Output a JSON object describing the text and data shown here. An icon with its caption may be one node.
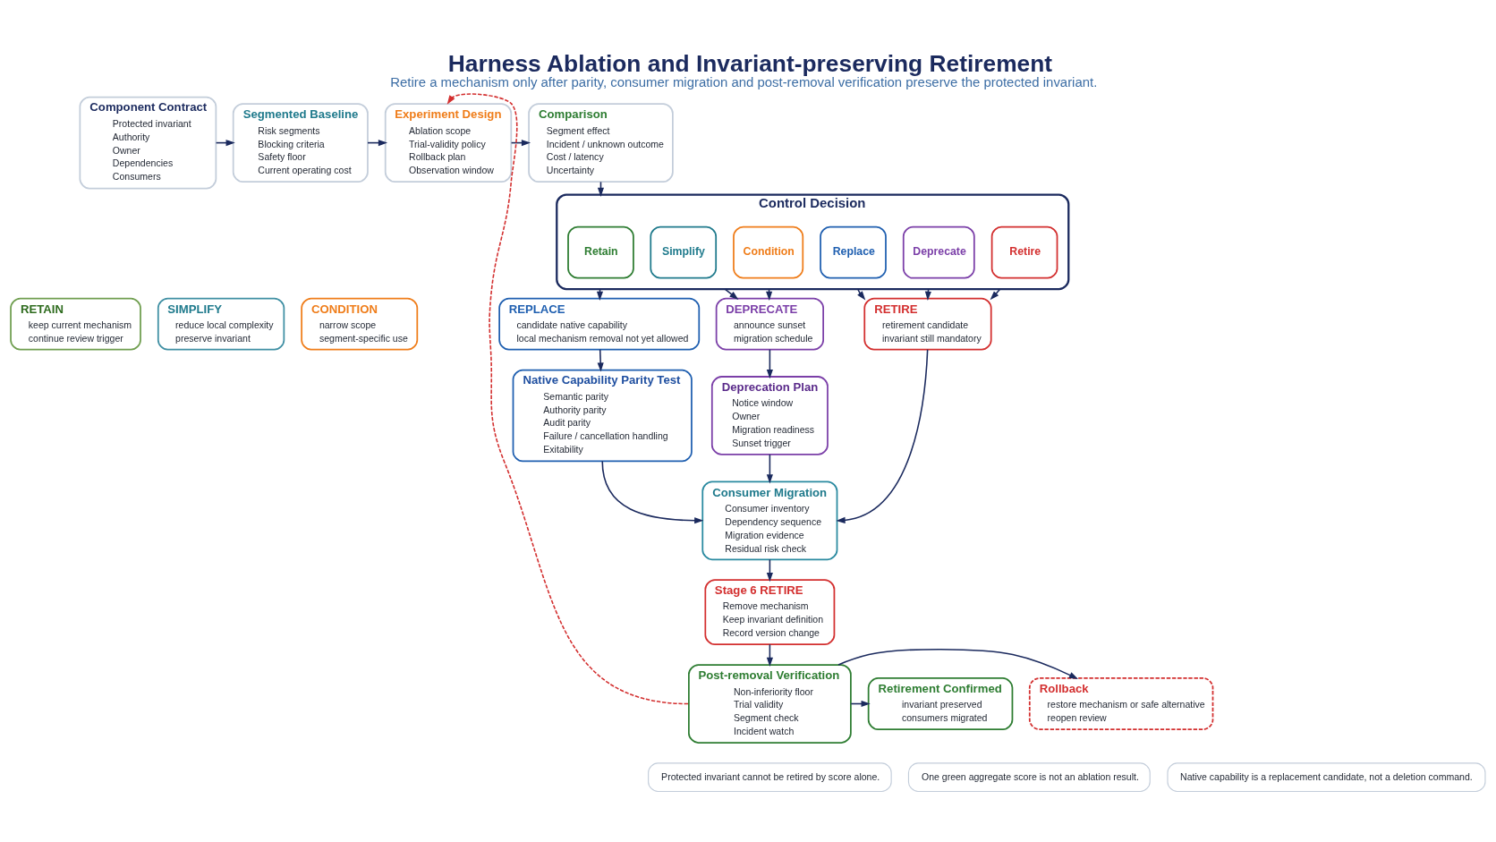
{
  "diagram": {
    "title": "Harness Ablation and Invariant-preserving Retirement",
    "caption": "Retire a mechanism only after parity, consumer migration and post-removal verification preserve the protected invariant.",
    "nodes": [
      {
        "text": [
          "Component Contract",
          "Protected invariant",
          "Authority",
          "Owner",
          "Dependencies",
          "Consumers"
        ]
      },
      {
        "text": [
          "Segmented Baseline",
          "Risk segments",
          "Blocking criteria",
          "Safety floor",
          "Current operating cost"
        ]
      },
      {
        "text": [
          "Experiment Design",
          "Ablation scope",
          "Trial-validity policy",
          "Rollback plan",
          "Observation window"
        ]
      },
      {
        "text": [
          "Comparison",
          "Segment effect",
          "Incident / unknown outcome",
          "Cost / latency",
          "Uncertainty"
        ]
      },
      {
        "text": [
          "Control Decision"
        ]
      },
      {
        "text": [
          "Retain"
        ],
        "in": 4
      },
      {
        "text": [
          "Simplify"
        ],
        "in": 4
      },
      {
        "text": [
          "Condition"
        ],
        "in": 4
      },
      {
        "text": [
          "Replace"
        ],
        "in": 4
      },
      {
        "text": [
          "Deprecate"
        ],
        "in": 4
      },
      {
        "text": [
          "Retire"
        ],
        "in": 4
      },
      {
        "text": [
          "RETAIN",
          "keep current mechanism",
          "continue review trigger"
        ]
      },
      {
        "text": [
          "SIMPLIFY",
          "reduce local complexity",
          "preserve invariant"
        ]
      },
      {
        "text": [
          "CONDITION",
          "narrow scope",
          "segment-specific use"
        ]
      },
      {
        "text": [
          "REPLACE",
          "candidate native capability",
          "local mechanism removal not yet allowed"
        ]
      },
      {
        "text": [
          "DEPRECATE",
          "announce sunset",
          "migration schedule"
        ]
      },
      {
        "text": [
          "RETIRE",
          "retirement candidate",
          "invariant still mandatory"
        ]
      },
      {
        "text": [
          "Native Capability Parity Test",
          "Semantic parity",
          "Authority parity",
          "Audit parity",
          "Failure / cancellation handling",
          "Exitability"
        ]
      },
      {
        "text": [
          "Deprecation Plan",
          "Notice window",
          "Owner",
          "Migration readiness",
          "Sunset trigger"
        ]
      },
      {
        "text": [
          "Consumer Migration",
          "Consumer inventory",
          "Dependency sequence",
          "Migration evidence",
          "Residual risk check"
        ]
      },
      {
        "text": [
          "Stage 6 RETIRE",
          "Remove mechanism",
          "Keep invariant definition",
          "Record version change"
        ]
      },
      {
        "text": [
          "Post-removal Verification",
          "Non-inferiority floor",
          "Trial validity",
          "Segment check",
          "Incident watch"
        ]
      },
      {
        "text": [
          "Retirement Confirmed",
          "invariant preserved",
          "consumers migrated"
        ]
      },
      {
        "text": [
          "Rollback",
          "restore mechanism or safe alternative",
          "reopen review"
        ]
      },
      {
        "text": [
          "Protected invariant cannot be retired by score alone."
        ]
      },
      {
        "text": [
          "One green aggregate score is not an ablation result."
        ]
      },
      {
        "text": [
          "Native capability is a replacement candidate, not a deletion command."
        ]
      }
    ],
    "edges": [
      {
        "from": 0,
        "to": 1,
        "arrow": "to"
      },
      {
        "from": 1,
        "to": 2,
        "arrow": "to"
      },
      {
        "from": 2,
        "to": 3,
        "arrow": "to"
      },
      {
        "from": 3,
        "to": 4,
        "arrow": "to"
      },
      {
        "from": 4,
        "to": 14,
        "arrow": "to"
      },
      {
        "from": 4,
        "to": 15,
        "arrow": "to"
      },
      {
        "from": 4,
        "to": 15,
        "arrow": "to"
      },
      {
        "from": 4,
        "to": 16,
        "arrow": "to"
      },
      {
        "from": 4,
        "to": 16,
        "arrow": "to"
      },
      {
        "from": 4,
        "to": 16,
        "arrow": "to"
      },
      {
        "from": 14,
        "to": 17,
        "arrow": "to"
      },
      {
        "from": 15,
        "to": 18,
        "arrow": "to"
      },
      {
        "from": 16,
        "to": 19,
        "arrow": "to"
      },
      {
        "from": 17,
        "to": 19,
        "arrow": "to"
      },
      {
        "from": 18,
        "to": 19,
        "arrow": "to"
      },
      {
        "from": 19,
        "to": 20,
        "arrow": "to"
      },
      {
        "from": 20,
        "to": 21,
        "arrow": "to"
      },
      {
        "from": 21,
        "to": 22,
        "arrow": "to"
      },
      {
        "from": 21,
        "to": 23,
        "arrow": "to"
      },
      {
        "from": 21,
        "to": 2,
        "arrow": "to",
        "style": "dashed",
        "color": "#d32f2f"
      }
    ]
  }
}
